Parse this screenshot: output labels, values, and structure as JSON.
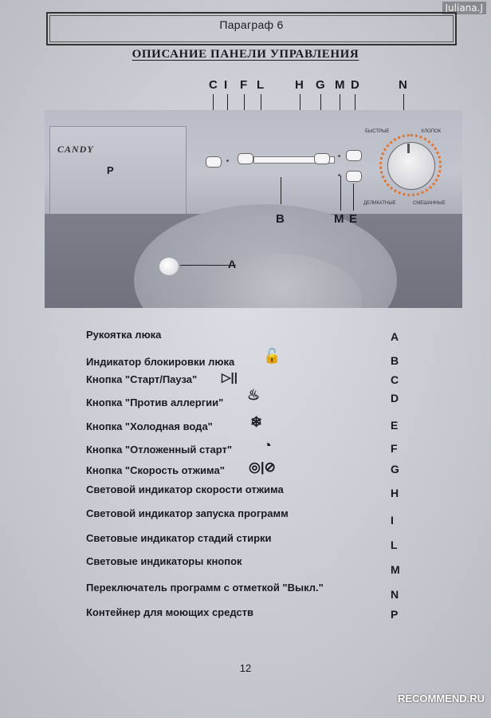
{
  "watermark_user": "Juliana.J",
  "paragraph_title": "Параграф 6",
  "section_title": "ОПИСАНИЕ ПАНЕЛИ УПРАВЛЕНИЯ",
  "photo": {
    "top_letters": [
      "C",
      "I",
      "F",
      "L",
      "H",
      "G",
      "M",
      "D",
      "N"
    ],
    "bottom_letters": [
      "B",
      "M",
      "E"
    ],
    "door_letter": "A",
    "brand": "CANDY",
    "drawer_letter": "P",
    "panel_text_1": "БЫСТРЫЕ",
    "panel_text_2": "ХЛОПОК",
    "panel_text_3": "ДЕЛИКАТНЫЕ",
    "panel_text_4": "СМЕШАННЫЕ"
  },
  "legend": [
    {
      "text": "Рукоятка люка",
      "letter": "A",
      "icon": "",
      "icon_name": ""
    },
    {
      "text": "Индикатор блокировки люка",
      "letter": "B",
      "icon": "🔓",
      "icon_name": "lock-icon"
    },
    {
      "text": "Кнопка \"Старт/Пауза\"",
      "letter": "C",
      "icon": "▷||",
      "icon_name": "play-pause-icon"
    },
    {
      "text": "Кнопка \"Против аллергии\"",
      "letter": "D",
      "icon": "♨",
      "icon_name": "anti-allergy-icon"
    },
    {
      "text": "Кнопка \"Холодная вода\"",
      "letter": "E",
      "icon": "❄",
      "icon_name": "snowflake-icon"
    },
    {
      "text": "Кнопка \"Отложенный старт\"",
      "letter": "F",
      "icon": "◔",
      "icon_name": "delay-clock-icon"
    },
    {
      "text": "Кнопка \"Скорость отжима\"",
      "letter": "G",
      "icon": "◎|⊘",
      "icon_name": "spin-speed-icon"
    },
    {
      "text": "Световой индикатор скорости отжима",
      "letter": "H",
      "icon": "",
      "icon_name": ""
    },
    {
      "text": "Световой индикатор запуска программ",
      "letter": "I",
      "icon": "",
      "icon_name": ""
    },
    {
      "text": "Световые индикатор стадий стирки",
      "letter": "L",
      "icon": "",
      "icon_name": ""
    },
    {
      "text": "Световые индикаторы кнопок",
      "letter": "M",
      "icon": "",
      "icon_name": ""
    },
    {
      "text": "Переключатель программ с отметкой  \"Выкл.\"",
      "letter": "N",
      "icon": "",
      "icon_name": ""
    },
    {
      "text": "Контейнер для моющих средств",
      "letter": "P",
      "icon": "",
      "icon_name": ""
    }
  ],
  "page_number": "12",
  "watermark_site": "RECOMMEND.RU"
}
